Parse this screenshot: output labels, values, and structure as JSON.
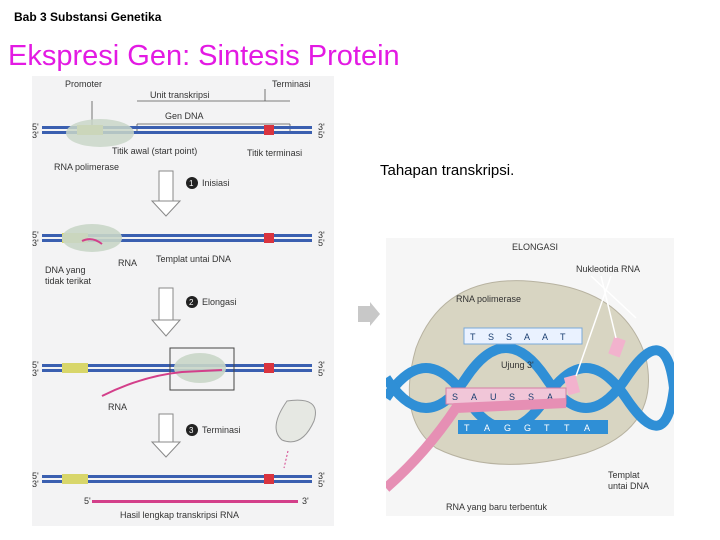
{
  "header": {
    "chapter": "Bab 3 Substansi Genetika"
  },
  "title": "Ekspresi Gen: Sintesis Protein",
  "caption": "Tahapan transkripsi.",
  "left_figure": {
    "promoter": "Promoter",
    "unit": "Unit transkripsi",
    "terminasi_top": "Terminasi",
    "gen_dna": "Gen DNA",
    "titik_awal": "Titik awal (start point)",
    "titik_terminasi": "Titik terminasi",
    "rna_polimerase": "RNA polimerase",
    "step1_num": "1",
    "step1": "Inisiasi",
    "dna_yang": "DNA yang",
    "tidak_terikat": "tidak terikat",
    "rna_label1": "RNA",
    "templat": "Templat untai DNA",
    "step2_num": "2",
    "step2": "Elongasi",
    "rna_label2": "RNA",
    "step3_num": "3",
    "step3": "Terminasi",
    "hasil": "Hasil lengkap transkripsi RNA",
    "five_prime": "5'",
    "three_prime": "3'"
  },
  "right_figure": {
    "elongasi": "ELONGASI",
    "nukleotida": "Nukleotida RNA",
    "rna_polimerase": "RNA polimerase",
    "ujung": "Ujung 3'",
    "templat1": "Templat",
    "templat2": "untai DNA",
    "rna_baru": "RNA yang baru terbentuk",
    "top_bases": [
      "T",
      "S",
      "S",
      "A",
      "A",
      "T"
    ],
    "mid_bases": [
      "S",
      "A",
      "U",
      "S",
      "S",
      "A"
    ],
    "bottom_bases": [
      "T",
      "A",
      "G",
      "G",
      "T",
      "T",
      "A"
    ]
  }
}
